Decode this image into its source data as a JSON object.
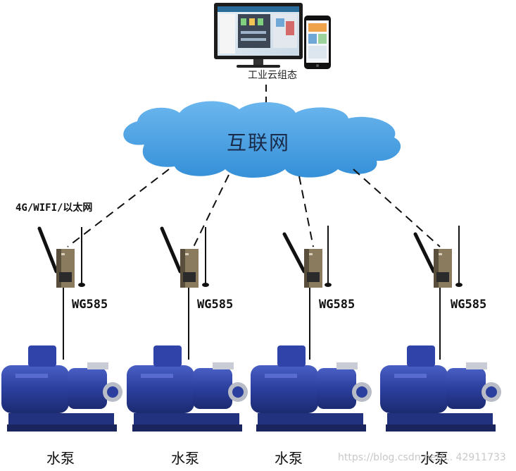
{
  "platform": {
    "label": "工业云组态"
  },
  "cloud": {
    "label": "互联网"
  },
  "connection": {
    "label": "4G/WIFI/以太网"
  },
  "gateways": [
    {
      "label": "WG585"
    },
    {
      "label": "WG585"
    },
    {
      "label": "WG585"
    },
    {
      "label": "WG585"
    }
  ],
  "pumps": [
    {
      "label": "水泵"
    },
    {
      "label": "水泵"
    },
    {
      "label": "水泵"
    },
    {
      "label": "水泵"
    }
  ],
  "watermark": {
    "text": "https://blog.csdn.net/... 42911733"
  },
  "colors": {
    "cloud_fill": "#4a9fe0",
    "pump_blue": "#2b3f9e",
    "gateway_body": "#8a7a5e",
    "line": "#111111"
  }
}
